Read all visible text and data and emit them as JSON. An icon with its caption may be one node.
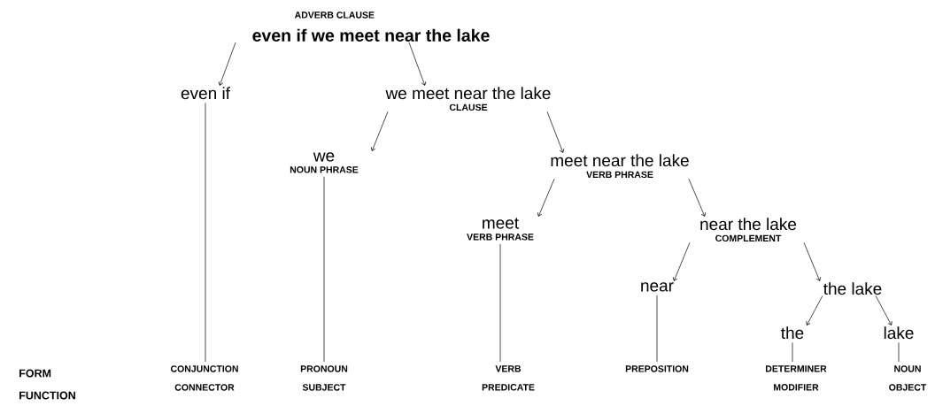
{
  "diagram": {
    "nodes": [
      {
        "text": [
          "ADVERB CLAUSE",
          "even if we meet near the lake"
        ]
      },
      {
        "text": [
          "even if"
        ]
      },
      {
        "text": [
          "we meet near the lake",
          "CLAUSE"
        ]
      },
      {
        "text": [
          "we",
          "NOUN PHRASE"
        ]
      },
      {
        "text": [
          "meet near the lake",
          "VERB PHRASE"
        ]
      },
      {
        "text": [
          "meet",
          "VERB PHRASE"
        ]
      },
      {
        "text": [
          "near the lake",
          "COMPLEMENT"
        ]
      },
      {
        "text": [
          "near"
        ]
      },
      {
        "text": [
          "the lake"
        ]
      },
      {
        "text": [
          "the"
        ]
      },
      {
        "text": [
          "lake"
        ]
      },
      {
        "text": [
          "CONJUNCTION",
          "CONNECTOR"
        ]
      },
      {
        "text": [
          "PRONOUN",
          "SUBJECT"
        ]
      },
      {
        "text": [
          "VERB",
          "PREDICATE"
        ]
      },
      {
        "text": [
          "PREPOSITION"
        ]
      },
      {
        "text": [
          "DETERMINER",
          "MODIFIER"
        ]
      },
      {
        "text": [
          "NOUN",
          "OBJECT"
        ]
      }
    ],
    "edges": [
      {
        "from": 0,
        "to": 1,
        "arrow": "to"
      },
      {
        "from": 0,
        "to": 2,
        "arrow": "to"
      },
      {
        "from": 2,
        "to": 3,
        "arrow": "to"
      },
      {
        "from": 2,
        "to": 4,
        "arrow": "to"
      },
      {
        "from": 4,
        "to": 5,
        "arrow": "to"
      },
      {
        "from": 4,
        "to": 6,
        "arrow": "to"
      },
      {
        "from": 6,
        "to": 7,
        "arrow": "to"
      },
      {
        "from": 6,
        "to": 8,
        "arrow": "to"
      },
      {
        "from": 8,
        "to": 9,
        "arrow": "to"
      },
      {
        "from": 8,
        "to": 10,
        "arrow": "to"
      },
      {
        "from": 1,
        "to": 11,
        "arrow": "none"
      },
      {
        "from": 3,
        "to": 12,
        "arrow": "none"
      },
      {
        "from": 5,
        "to": 13,
        "arrow": "none"
      },
      {
        "from": 7,
        "to": 14,
        "arrow": "none"
      },
      {
        "from": 9,
        "to": 15,
        "arrow": "none"
      },
      {
        "from": 10,
        "to": 16,
        "arrow": "none"
      }
    ],
    "labels": [
      "FORM",
      "FUNCTION"
    ]
  }
}
